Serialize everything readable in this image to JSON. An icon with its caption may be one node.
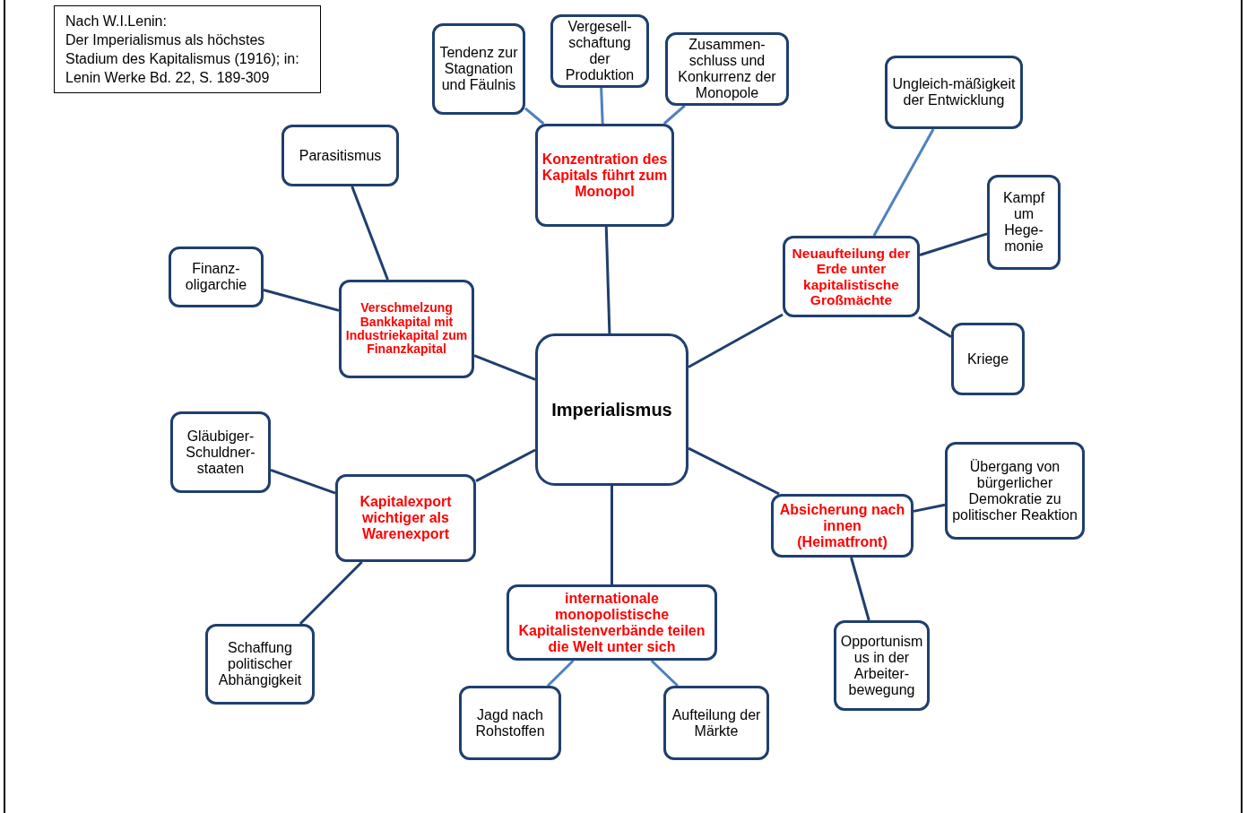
{
  "diagram": {
    "nodes": [
      {
        "text": [
          "Nach W.I.Lenin:",
          "Der Imperialismus als höchstes Stadium des Kapitalismus (1916); in: Lenin Werke Bd. 22, S. 189-309"
        ]
      },
      {
        "text": [
          "Tendenz zur Stagnation und Fäulnis"
        ]
      },
      {
        "text": [
          "Vergesell-schaftung der Produktion"
        ]
      },
      {
        "text": [
          "Zusammen-schluss und Konkurrenz der Monopole"
        ]
      },
      {
        "text": [
          "Konzentration des Kapitals führt zum Monopol"
        ]
      },
      {
        "text": [
          "Ungleich-mäßigkeit der Entwicklung"
        ]
      },
      {
        "text": [
          "Parasitismus"
        ]
      },
      {
        "text": [
          "Kampf um Hege-monie"
        ]
      },
      {
        "text": [
          "Finanz-oligarchie"
        ]
      },
      {
        "text": [
          "Neuaufteilung der Erde unter kapitalistische Großmächte"
        ]
      },
      {
        "text": [
          "Verschmelzung Bankkapital mit Industriekapital zum Finanzkapital"
        ]
      },
      {
        "text": [
          "Kriege"
        ]
      },
      {
        "text": [
          "Imperialismus"
        ]
      },
      {
        "text": [
          "Gläubiger-Schuldner-staaten"
        ]
      },
      {
        "text": [
          "Übergang von bürgerlicher Demokratie zu politischer Reaktion"
        ]
      },
      {
        "text": [
          "Kapitalexport wichtiger als Warenexport"
        ]
      },
      {
        "text": [
          "Absicherung nach innen (Heimatfront)"
        ]
      },
      {
        "text": [
          "internationale monopolistische Kapitalistenverbände teilen die Welt unter sich"
        ]
      },
      {
        "text": [
          "Schaffung politischer Abhängigkeit"
        ]
      },
      {
        "text": [
          "Opportunismus in der Arbeiter-bewegung"
        ]
      },
      {
        "text": [
          "Jagd nach Rohstoffen"
        ]
      },
      {
        "text": [
          "Aufteilung der Märkte"
        ]
      }
    ],
    "edges": [
      {
        "from": 12,
        "to": 4,
        "arrow": "none"
      },
      {
        "from": 12,
        "to": 9,
        "arrow": "none"
      },
      {
        "from": 12,
        "to": 16,
        "arrow": "none"
      },
      {
        "from": 12,
        "to": 17,
        "arrow": "none"
      },
      {
        "from": 12,
        "to": 15,
        "arrow": "none"
      },
      {
        "from": 12,
        "to": 10,
        "arrow": "none"
      },
      {
        "from": 4,
        "to": 1,
        "arrow": "none",
        "color": "#4f81bd"
      },
      {
        "from": 4,
        "to": 2,
        "arrow": "none",
        "color": "#4f81bd"
      },
      {
        "from": 4,
        "to": 3,
        "arrow": "none",
        "color": "#4f81bd"
      },
      {
        "from": 9,
        "to": 5,
        "arrow": "none",
        "color": "#4f81bd"
      },
      {
        "from": 9,
        "to": 7,
        "arrow": "none"
      },
      {
        "from": 9,
        "to": 11,
        "arrow": "none"
      },
      {
        "from": 10,
        "to": 6,
        "arrow": "none"
      },
      {
        "from": 10,
        "to": 8,
        "arrow": "none"
      },
      {
        "from": 15,
        "to": 13,
        "arrow": "none"
      },
      {
        "from": 15,
        "to": 18,
        "arrow": "none"
      },
      {
        "from": 16,
        "to": 14,
        "arrow": "none"
      },
      {
        "from": 16,
        "to": 19,
        "arrow": "none"
      },
      {
        "from": 17,
        "to": 20,
        "arrow": "none",
        "color": "#4f81bd"
      },
      {
        "from": 17,
        "to": 21,
        "arrow": "none",
        "color": "#4f81bd"
      }
    ]
  }
}
